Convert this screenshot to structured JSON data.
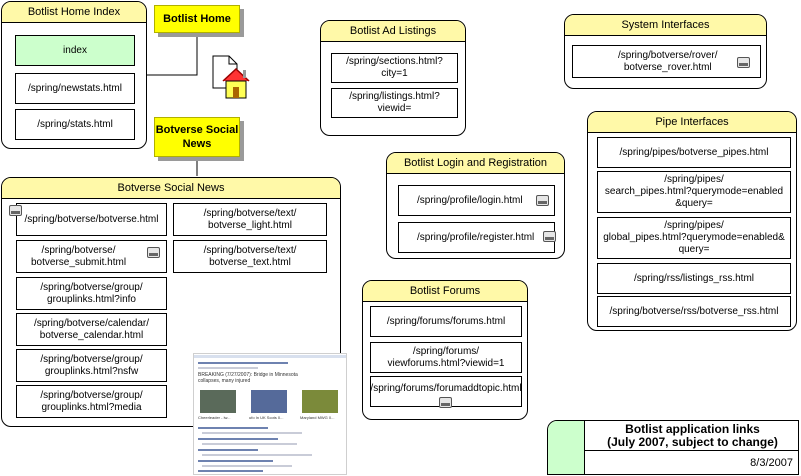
{
  "home_index": {
    "title": "Botlist Home Index",
    "index": "index",
    "newstats": "/spring/newstats.html",
    "stats": "/spring/stats.html"
  },
  "callouts": {
    "home": "Botlist Home",
    "social": "Botverse Social\nNews"
  },
  "social_news": {
    "title": "Botverse Social News",
    "left": [
      "/spring/botverse/botverse.html",
      "/spring/botverse/\nbotverse_submit.html",
      "/spring/botverse/group/\ngrouplinks.html?info",
      "/spring/botverse/calendar/\nbotverse_calendar.html",
      "/spring/botverse/group/\ngrouplinks.html?nsfw",
      "/spring/botverse/group/\ngrouplinks.html?media"
    ],
    "right": [
      "/spring/botverse/text/\nbotverse_light.html",
      "/spring/botverse/text/\nbotverse_text.html"
    ]
  },
  "ad_listings": {
    "title": "Botlist Ad Listings",
    "items": [
      "/spring/sections.html?city=1",
      "/spring/listings.html?viewid="
    ]
  },
  "system": {
    "title": "System Interfaces",
    "items": [
      "/spring/botverse/rover/\nbotverse_rover.html"
    ]
  },
  "login": {
    "title": "Botlist Login and Registration",
    "items": [
      "/spring/profile/login.html",
      "/spring/profile/register.html"
    ]
  },
  "pipes": {
    "title": "Pipe Interfaces",
    "items": [
      "/spring/pipes/botverse_pipes.html",
      "/spring/pipes/\nsearch_pipes.html?querymode=enabled\n&query=",
      "/spring/pipes/\nglobal_pipes.html?querymode=enabled&\nquery=",
      "/spring/rss/listings_rss.html",
      "/spring/botverse/rss/botverse_rss.html"
    ]
  },
  "forums": {
    "title": "Botlist Forums",
    "items": [
      "/spring/forums/forums.html",
      "/spring/forums/\nviewforums.html?viewid=1",
      "/spring/forums/forumaddtopic.html"
    ]
  },
  "title_block": {
    "title": "Botlist application links\n(July 2007, subject to change)",
    "date": "8/3/2007",
    "accent": "#ccffcc"
  },
  "screenshot": {
    "headline": "BREAKING (7/27/2007): Bridge in Minnesota collapses, many injured",
    "captions": [
      "Cheerleader - lw...",
      "ufo In UK Scots 0...",
      "Maryland MWG 0..."
    ]
  },
  "colors": {
    "group_header": "#fff9a8",
    "index_box": "#ccffcc",
    "callout": "#ffff00"
  },
  "icons": [
    "house-icon",
    "document-icon",
    "window-icon"
  ]
}
